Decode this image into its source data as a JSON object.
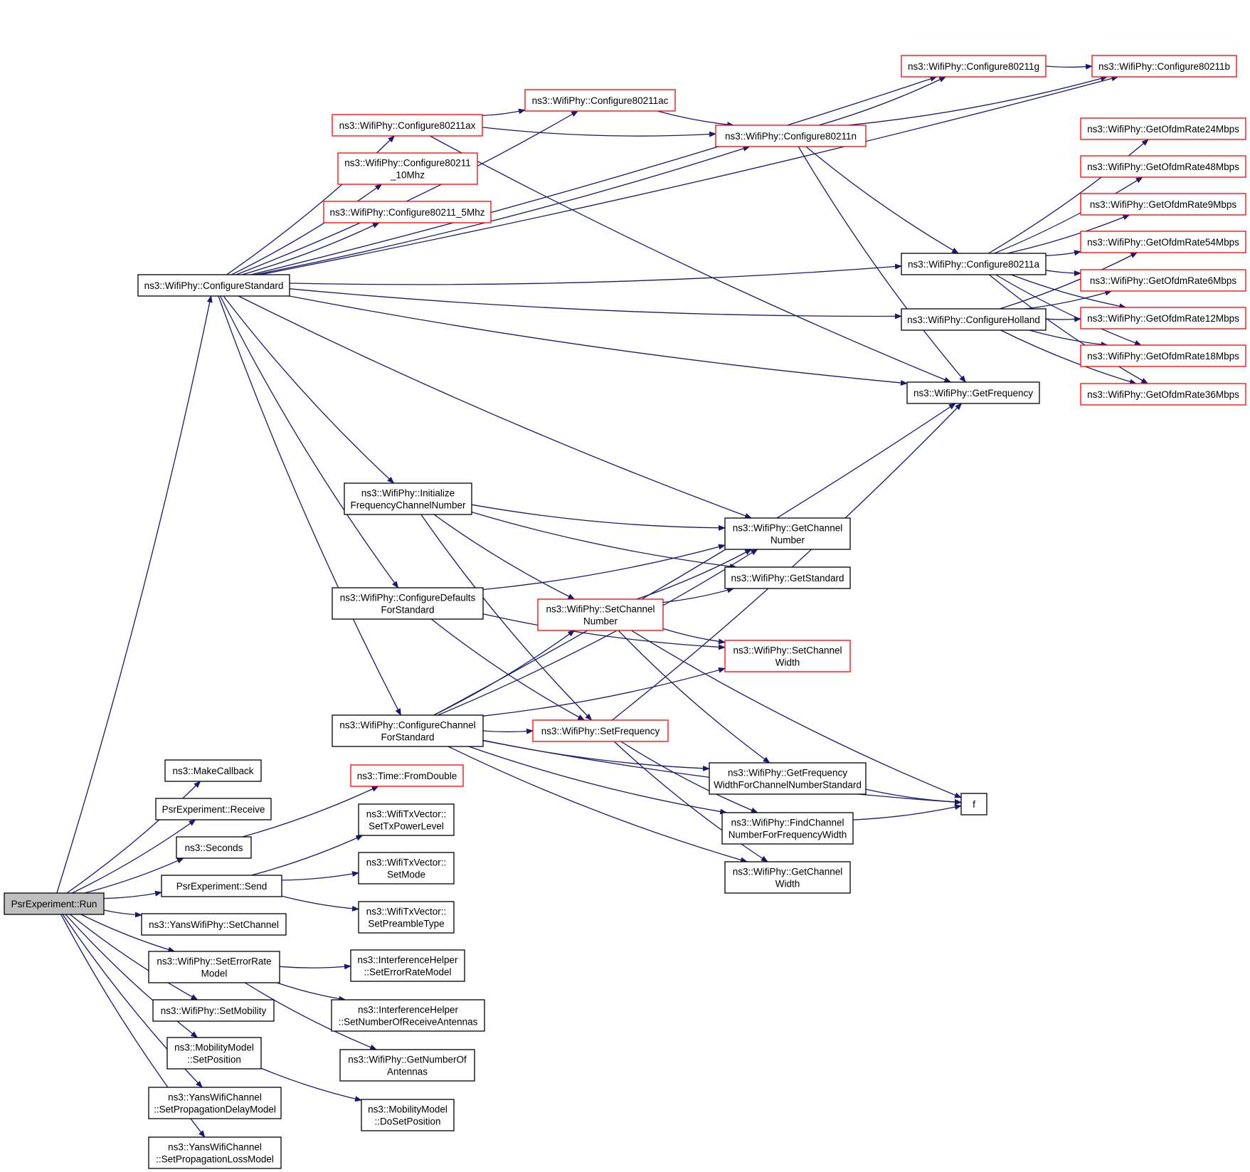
{
  "colors": {
    "edge": "#191970",
    "border_default": "#000000",
    "border_truncated": "#ff0000",
    "root_fill": "#bfbfbf"
  },
  "nodes": {
    "run": {
      "lines": [
        "PsrExperiment::Run"
      ],
      "style": "root"
    },
    "makecallback": {
      "lines": [
        "ns3::MakeCallback"
      ]
    },
    "receive": {
      "lines": [
        "PsrExperiment::Receive"
      ]
    },
    "seconds": {
      "lines": [
        "ns3::Seconds"
      ]
    },
    "send": {
      "lines": [
        "PsrExperiment::Send"
      ]
    },
    "yanssetchannel": {
      "lines": [
        "ns3::YansWifiPhy::SetChannel"
      ]
    },
    "seterrorrate": {
      "lines": [
        "ns3::WifiPhy::SetErrorRate",
        "Model"
      ]
    },
    "setmobility": {
      "lines": [
        "ns3::WifiPhy::SetMobility"
      ]
    },
    "setposition": {
      "lines": [
        "ns3::MobilityModel",
        "::SetPosition"
      ]
    },
    "setpropdelay": {
      "lines": [
        "ns3::YansWifiChannel",
        "::SetPropagationDelayModel"
      ]
    },
    "setproploss": {
      "lines": [
        "ns3::YansWifiChannel",
        "::SetPropagationLossModel"
      ]
    },
    "configurestandard": {
      "lines": [
        "ns3::WifiPhy::ConfigureStandard"
      ]
    },
    "fromdouble": {
      "lines": [
        "ns3::Time::FromDouble"
      ],
      "style": "red"
    },
    "settxpower": {
      "lines": [
        "ns3::WifiTxVector::",
        "SetTxPowerLevel"
      ]
    },
    "setmode": {
      "lines": [
        "ns3::WifiTxVector::",
        "SetMode"
      ]
    },
    "setpreamble": {
      "lines": [
        "ns3::WifiTxVector::",
        "SetPreambleType"
      ]
    },
    "ihseterror": {
      "lines": [
        "ns3::InterferenceHelper",
        "::SetErrorRateModel"
      ]
    },
    "ihsetnumrx": {
      "lines": [
        "ns3::InterferenceHelper",
        "::SetNumberOfReceiveAntennas"
      ]
    },
    "getnumant": {
      "lines": [
        "ns3::WifiPhy::GetNumberOf",
        "Antennas"
      ]
    },
    "dosetposition": {
      "lines": [
        "ns3::MobilityModel",
        "::DoSetPosition"
      ]
    },
    "c80211ax": {
      "lines": [
        "ns3::WifiPhy::Configure80211ax"
      ],
      "style": "red"
    },
    "c80211_10": {
      "lines": [
        "ns3::WifiPhy::Configure80211",
        "_10Mhz"
      ],
      "style": "red"
    },
    "c80211_5": {
      "lines": [
        "ns3::WifiPhy::Configure80211_5Mhz"
      ],
      "style": "red"
    },
    "initfreq": {
      "lines": [
        "ns3::WifiPhy::Initialize",
        "FrequencyChannelNumber"
      ]
    },
    "configdefaults": {
      "lines": [
        "ns3::WifiPhy::ConfigureDefaults",
        "ForStandard"
      ]
    },
    "configchannel": {
      "lines": [
        "ns3::WifiPhy::ConfigureChannel",
        "ForStandard"
      ]
    },
    "c80211ac": {
      "lines": [
        "ns3::WifiPhy::Configure80211ac"
      ],
      "style": "red"
    },
    "c80211n": {
      "lines": [
        "ns3::WifiPhy::Configure80211n"
      ],
      "style": "red"
    },
    "c80211g": {
      "lines": [
        "ns3::WifiPhy::Configure80211g"
      ],
      "style": "red"
    },
    "c80211b": {
      "lines": [
        "ns3::WifiPhy::Configure80211b"
      ],
      "style": "red"
    },
    "c80211a": {
      "lines": [
        "ns3::WifiPhy::Configure80211a"
      ]
    },
    "configholland": {
      "lines": [
        "ns3::WifiPhy::ConfigureHolland"
      ]
    },
    "getfrequency": {
      "lines": [
        "ns3::WifiPhy::GetFrequency"
      ]
    },
    "getchannelnumber": {
      "lines": [
        "ns3::WifiPhy::GetChannel",
        "Number"
      ]
    },
    "getstandard": {
      "lines": [
        "ns3::WifiPhy::GetStandard"
      ]
    },
    "setchannelnumber": {
      "lines": [
        "ns3::WifiPhy::SetChannel",
        "Number"
      ],
      "style": "red"
    },
    "setchannelwidth": {
      "lines": [
        "ns3::WifiPhy::SetChannel",
        "Width"
      ],
      "style": "red"
    },
    "setfrequency": {
      "lines": [
        "ns3::WifiPhy::SetFrequency"
      ],
      "style": "red"
    },
    "getfreqwidth": {
      "lines": [
        "ns3::WifiPhy::GetFrequency",
        "WidthForChannelNumberStandard"
      ]
    },
    "findchannel": {
      "lines": [
        "ns3::WifiPhy::FindChannel",
        "NumberForFrequencyWidth"
      ]
    },
    "getchannelwidth": {
      "lines": [
        "ns3::WifiPhy::GetChannel",
        "Width"
      ]
    },
    "f": {
      "lines": [
        "f"
      ]
    },
    "r24": {
      "lines": [
        "ns3::WifiPhy::GetOfdmRate24Mbps"
      ],
      "style": "red"
    },
    "r48": {
      "lines": [
        "ns3::WifiPhy::GetOfdmRate48Mbps"
      ],
      "style": "red"
    },
    "r9": {
      "lines": [
        "ns3::WifiPhy::GetOfdmRate9Mbps"
      ],
      "style": "red"
    },
    "r54": {
      "lines": [
        "ns3::WifiPhy::GetOfdmRate54Mbps"
      ],
      "style": "red"
    },
    "r6": {
      "lines": [
        "ns3::WifiPhy::GetOfdmRate6Mbps"
      ],
      "style": "red"
    },
    "r12": {
      "lines": [
        "ns3::WifiPhy::GetOfdmRate12Mbps"
      ],
      "style": "red"
    },
    "r18": {
      "lines": [
        "ns3::WifiPhy::GetOfdmRate18Mbps"
      ],
      "style": "red"
    },
    "r36": {
      "lines": [
        "ns3::WifiPhy::GetOfdmRate36Mbps"
      ],
      "style": "red"
    }
  },
  "edges": [
    [
      "run",
      "makecallback"
    ],
    [
      "run",
      "receive"
    ],
    [
      "run",
      "seconds"
    ],
    [
      "run",
      "send"
    ],
    [
      "run",
      "yanssetchannel"
    ],
    [
      "run",
      "seterrorrate"
    ],
    [
      "run",
      "setmobility"
    ],
    [
      "run",
      "setposition"
    ],
    [
      "run",
      "setpropdelay"
    ],
    [
      "run",
      "setproploss"
    ],
    [
      "run",
      "configurestandard"
    ],
    [
      "seconds",
      "fromdouble"
    ],
    [
      "send",
      "settxpower"
    ],
    [
      "send",
      "setmode"
    ],
    [
      "send",
      "setpreamble"
    ],
    [
      "seterrorrate",
      "ihseterror"
    ],
    [
      "seterrorrate",
      "ihsetnumrx"
    ],
    [
      "seterrorrate",
      "getnumant"
    ],
    [
      "setposition",
      "dosetposition"
    ],
    [
      "configurestandard",
      "c80211ax"
    ],
    [
      "configurestandard",
      "c80211_10"
    ],
    [
      "configurestandard",
      "c80211_5"
    ],
    [
      "configurestandard",
      "c80211ac"
    ],
    [
      "configurestandard",
      "c80211g"
    ],
    [
      "configurestandard",
      "c80211b"
    ],
    [
      "configurestandard",
      "c80211n"
    ],
    [
      "configurestandard",
      "c80211a"
    ],
    [
      "configurestandard",
      "configholland"
    ],
    [
      "configurestandard",
      "getfrequency"
    ],
    [
      "configurestandard",
      "initfreq"
    ],
    [
      "configurestandard",
      "configdefaults"
    ],
    [
      "configurestandard",
      "configchannel"
    ],
    [
      "configurestandard",
      "getchannelnumber"
    ],
    [
      "c80211ax",
      "c80211ac"
    ],
    [
      "c80211ax",
      "c80211n"
    ],
    [
      "c80211ax",
      "getfrequency"
    ],
    [
      "c80211ac",
      "c80211n"
    ],
    [
      "c80211n",
      "c80211g"
    ],
    [
      "c80211n",
      "c80211b"
    ],
    [
      "c80211n",
      "c80211a"
    ],
    [
      "c80211n",
      "getfrequency"
    ],
    [
      "c80211g",
      "c80211b"
    ],
    [
      "c80211a",
      "r6"
    ],
    [
      "c80211a",
      "r9"
    ],
    [
      "c80211a",
      "r12"
    ],
    [
      "c80211a",
      "r18"
    ],
    [
      "c80211a",
      "r24"
    ],
    [
      "c80211a",
      "r36"
    ],
    [
      "c80211a",
      "r48"
    ],
    [
      "c80211a",
      "r54"
    ],
    [
      "configholland",
      "r6"
    ],
    [
      "configholland",
      "r12"
    ],
    [
      "configholland",
      "r18"
    ],
    [
      "configholland",
      "r36"
    ],
    [
      "configholland",
      "r54"
    ],
    [
      "initfreq",
      "getchannelnumber"
    ],
    [
      "initfreq",
      "getstandard"
    ],
    [
      "initfreq",
      "setchannelnumber"
    ],
    [
      "initfreq",
      "setfrequency"
    ],
    [
      "configdefaults",
      "getchannelnumber"
    ],
    [
      "configdefaults",
      "setchannelwidth"
    ],
    [
      "configdefaults",
      "setfrequency"
    ],
    [
      "configchannel",
      "setfrequency"
    ],
    [
      "configchannel",
      "setchannelnumber"
    ],
    [
      "configchannel",
      "setchannelwidth"
    ],
    [
      "configchannel",
      "getchannelnumber"
    ],
    [
      "configchannel",
      "getfrequency"
    ],
    [
      "configchannel",
      "getfreqwidth"
    ],
    [
      "configchannel",
      "findchannel"
    ],
    [
      "configchannel",
      "getchannelwidth"
    ],
    [
      "configchannel",
      "f"
    ],
    [
      "setchannelnumber",
      "getchannelnumber"
    ],
    [
      "setchannelnumber",
      "getstandard"
    ],
    [
      "setchannelnumber",
      "setchannelwidth"
    ],
    [
      "setchannelnumber",
      "getfreqwidth"
    ],
    [
      "setchannelnumber",
      "f"
    ],
    [
      "setfrequency",
      "getfrequency"
    ],
    [
      "setfrequency",
      "findchannel"
    ],
    [
      "setfrequency",
      "getchannelwidth"
    ],
    [
      "getfreqwidth",
      "f"
    ],
    [
      "findchannel",
      "f"
    ]
  ]
}
